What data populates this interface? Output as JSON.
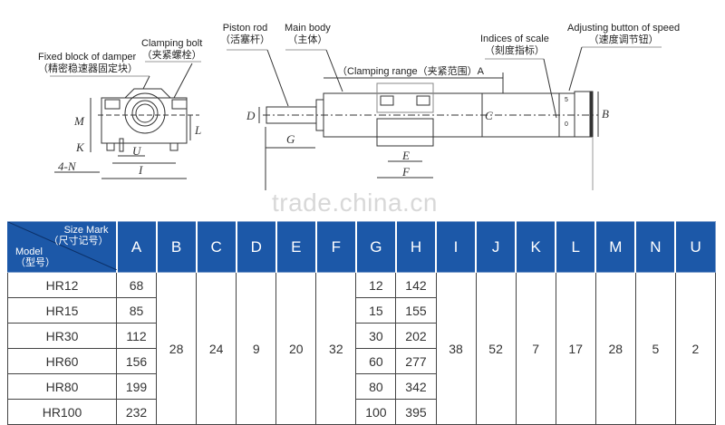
{
  "diagram": {
    "labels": {
      "fixed_block": "Fixed block of damper",
      "fixed_block_cn": "（精密稳速器固定块）",
      "clamping_bolt": "Clamping bolt",
      "clamping_bolt_cn": "（夹紧螺栓）",
      "piston_rod": "Piston rod",
      "piston_rod_cn": "（活塞杆）",
      "main_body": "Main body",
      "main_body_cn": "（主体）",
      "clamping_range": "（Clamping range（夹紧范围）A",
      "indices": "Indices of scale",
      "indices_cn": "（刻度指标）",
      "adjusting": "Adjusting button of speed",
      "adjusting_cn": "（速度调节钮）"
    },
    "dims": {
      "M": "M",
      "K": "K",
      "U": "U",
      "N": "4-N",
      "I": "I",
      "L": "L",
      "D": "D",
      "G": "G",
      "C": "C",
      "E": "E",
      "F": "F",
      "B": "B",
      "scale5": "5",
      "scale0": "0"
    },
    "watermark": "trade.china.cn"
  },
  "table": {
    "corner": {
      "size_mark": "Size Mark",
      "size_mark_cn": "（尺寸记号）",
      "model": "Model",
      "model_cn": "（型号）"
    },
    "columns": [
      "A",
      "B",
      "C",
      "D",
      "E",
      "F",
      "G",
      "H",
      "I",
      "J",
      "K",
      "L",
      "M",
      "N",
      "U"
    ],
    "rows": [
      {
        "model": "HR12",
        "A": "68",
        "G": "12",
        "H": "142"
      },
      {
        "model": "HR15",
        "A": "85",
        "G": "15",
        "H": "155"
      },
      {
        "model": "HR30",
        "A": "112",
        "G": "30",
        "H": "202"
      },
      {
        "model": "HR60",
        "A": "156",
        "G": "60",
        "H": "277"
      },
      {
        "model": "HR80",
        "A": "199",
        "G": "80",
        "H": "342"
      },
      {
        "model": "HR100",
        "A": "232",
        "G": "100",
        "H": "395"
      }
    ],
    "shared": {
      "B": "28",
      "C": "24",
      "D": "9",
      "E": "20",
      "F": "32",
      "I": "38",
      "J": "52",
      "K": "7",
      "L": "17",
      "M": "28",
      "N": "5",
      "U": "2"
    }
  }
}
